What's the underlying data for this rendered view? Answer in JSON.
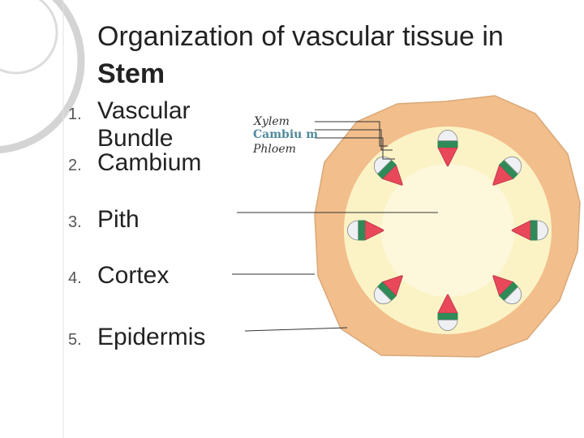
{
  "slide": {
    "title_line1": "Organization of vascular tissue in",
    "title_line2": "Stem",
    "items": [
      {
        "number": "1.",
        "label_line1": "Vascular",
        "label_line2": "Bundle"
      },
      {
        "number": "2.",
        "label": "Cambium"
      },
      {
        "number": "3.",
        "label": "Pith"
      },
      {
        "number": "4.",
        "label": "Cortex"
      },
      {
        "number": "5.",
        "label": "Epidermis"
      }
    ]
  },
  "diagram": {
    "labels": {
      "xylem": "Xylem",
      "cambium": "Cambiu m",
      "phloem": "Phloem"
    },
    "bundle_count": 8,
    "colors": {
      "cortex": "#f2be8c",
      "pith": "#fbf3c6",
      "xylem": "#eef0f4",
      "cambium": "#2e8b57",
      "phloem": "#e8485a"
    }
  }
}
